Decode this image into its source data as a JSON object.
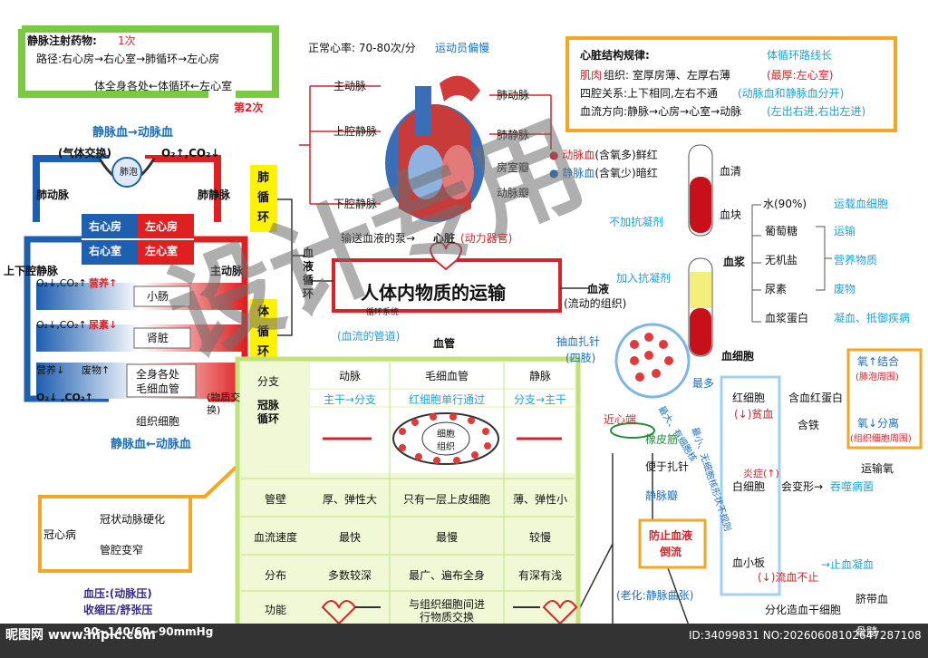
{
  "iv": {
    "title": "静脉注射药物:",
    "count1": "1次",
    "route1": "路径:右心房→右心室→肺循环→左心房",
    "route2": "体全身各处←体循环←左心室",
    "count2": "第2次"
  },
  "left": {
    "venous_to_arterial": "静脉血→动脉血",
    "gas_exchange": "(气体交换)",
    "alveolus": "肺泡",
    "gas_right": "O₂↑,CO₂↓",
    "pulm_artery": "肺动脉",
    "pulm_vein": "肺静脉",
    "ra": "右心房",
    "la": "左心房",
    "rv": "右心室",
    "lv": "左心室",
    "vena_cava": "上下腔静脉",
    "aorta": "主动脉",
    "row1_gas": "O₂↓,CO₂↑",
    "row1_tag": "营养↑",
    "row1_organ": "小肠",
    "row2_gas": "O₂↓,CO₂↑",
    "row2_tag": "尿素↓",
    "row2_organ": "肾脏",
    "row3_left": "营养↓",
    "row3_mid": "废物↑",
    "row3_organ1": "全身各处",
    "row3_organ2": "毛细血管",
    "exchange": "(物质交换)",
    "bottom_gas": "O₂↓ ,CO₂↑",
    "tissue_cell": "组织细胞",
    "arterial_to_venous": "静脉血←动脉血",
    "pulm_circ": [
      "肺",
      "循",
      "环"
    ],
    "sys_circ": [
      "体",
      "循",
      "环"
    ],
    "branch": "分支",
    "coronary": [
      "冠脉",
      "循环"
    ],
    "blood_circ": [
      "血",
      "液",
      "循",
      "环"
    ]
  },
  "chd": {
    "name": "冠心病",
    "item1": "冠状动脉硬化",
    "item2": "管腔变窄"
  },
  "bp": {
    "line1": "血压:(动脉压)",
    "line2": "收缩压/舒张压",
    "line3": "90~140/60~90mmHg"
  },
  "heart": {
    "rate": "正常心率: 70-80次/分",
    "athlete": "运动员偏慢",
    "aorta": "主动脉",
    "svc": "上腔静脉",
    "ivc": "下腔静脉",
    "pa": "肺动脉",
    "pv": "肺静脉",
    "av_valve": "房室瓣",
    "arterial_valve": "动脉瓣",
    "pump": "输送血液的泵→",
    "heart": "心脏",
    "organ": "(动力器官)"
  },
  "center": {
    "title": "人体内物质的运输",
    "sub": "循环系统",
    "vessel_tag": "(血流的管道)",
    "vessel": "血管"
  },
  "rules": {
    "title": "心脏结构规律:",
    "tag": "体循环路线长",
    "r1a": "肌肉",
    "r1b": "组织: 室厚房薄、左厚右薄",
    "r1c": "(最厚:左心室)",
    "r2a": "四腔关系:上下相同,左右不通",
    "r2b": "(动脉血和静脉血分开)",
    "r3a": "血流方向:静脉→心房→心室→动脉",
    "r3b": "(左出右进,右出左进)"
  },
  "blood": {
    "arterial": "动脉血",
    "arterial_note": "(含氧多)",
    "arterial_color": "鲜红",
    "venous": "静脉血",
    "venous_note": "(含氧少)",
    "venous_color": "暗红",
    "serum": "血清",
    "clot": "血块",
    "no_anticoag": "不加抗凝剂",
    "anticoag": "加入抗凝剂",
    "plasma": "血浆",
    "cells": "血细胞",
    "blood": "血液",
    "blood_note": "(流动的组织)",
    "water": "水(90%)",
    "water_fn": "运载血细胞",
    "glucose": "葡萄糖",
    "salt": "无机盐",
    "urea": "尿素",
    "protein": "血浆蛋白",
    "fn_transport": "运输",
    "fn_nutrient": "营养物质",
    "fn_waste": "废物",
    "fn_protein": "凝血、抵御疾病",
    "draw": "抽血扎针",
    "draw2": "(四肢)"
  },
  "cells": {
    "rbc": "红细胞",
    "rbc_low": "(↓)贫血",
    "hb": "含血红蛋白",
    "iron": "含铁",
    "o2_bind": "氧↑结合",
    "o2_bind_note": "(肺泡周围)",
    "o2_release": "氧↓分离",
    "o2_release_note": "(组织细胞周围)",
    "o2_carry": "运输氧",
    "most": "最多",
    "wbc": "白细胞",
    "inflam": "炎症(↑)",
    "wbc_fn": "会变形→",
    "wbc_fn2": "吞噬病菌",
    "platelet": "血小板",
    "plt_low": "(↓)流血不止",
    "plt_fn": "→止血凝血",
    "diag1": "最大、有细胞核",
    "diag2": "最小、无细胞核形状不规则",
    "stem": "分化造血干细胞",
    "marrow1": "脐带血",
    "marrow2": "骨髓"
  },
  "venipuncture": {
    "near": "近心端",
    "band": "橡皮筋",
    "needle": "便于扎针",
    "valve": "静脉瓣",
    "prevent": "防止血液",
    "prevent2": "倒流",
    "aging": "(老化:静脉曲张)"
  },
  "table": {
    "headers": [
      "动脉",
      "毛细血管",
      "静脉"
    ],
    "flow": [
      "主干→分支",
      "红细胞单行通过",
      "分支→主干"
    ],
    "capillary_label1": "细胞",
    "capillary_label2": "组织",
    "rows": [
      {
        "label": "管壁",
        "a": "厚、弹性大",
        "c": "只有一层上皮细胞",
        "v": "薄、弹性小"
      },
      {
        "label": "血流速度",
        "a": "最快",
        "c": "最慢",
        "v": "较慢"
      },
      {
        "label": "分布",
        "a": "多数较深",
        "c": "最广、遍布全身",
        "v": "有深有浅"
      },
      {
        "label": "功能",
        "a": "",
        "c": "与组织细胞间进行物质交换",
        "v": ""
      }
    ],
    "func_c1": "与组织细胞间进",
    "func_c2": "行物质交换"
  },
  "watermark": {
    "text": "设计专用",
    "site": "昵图网 www.nipic.com",
    "id": "ID:34099831 NO:20260608102647287108"
  }
}
